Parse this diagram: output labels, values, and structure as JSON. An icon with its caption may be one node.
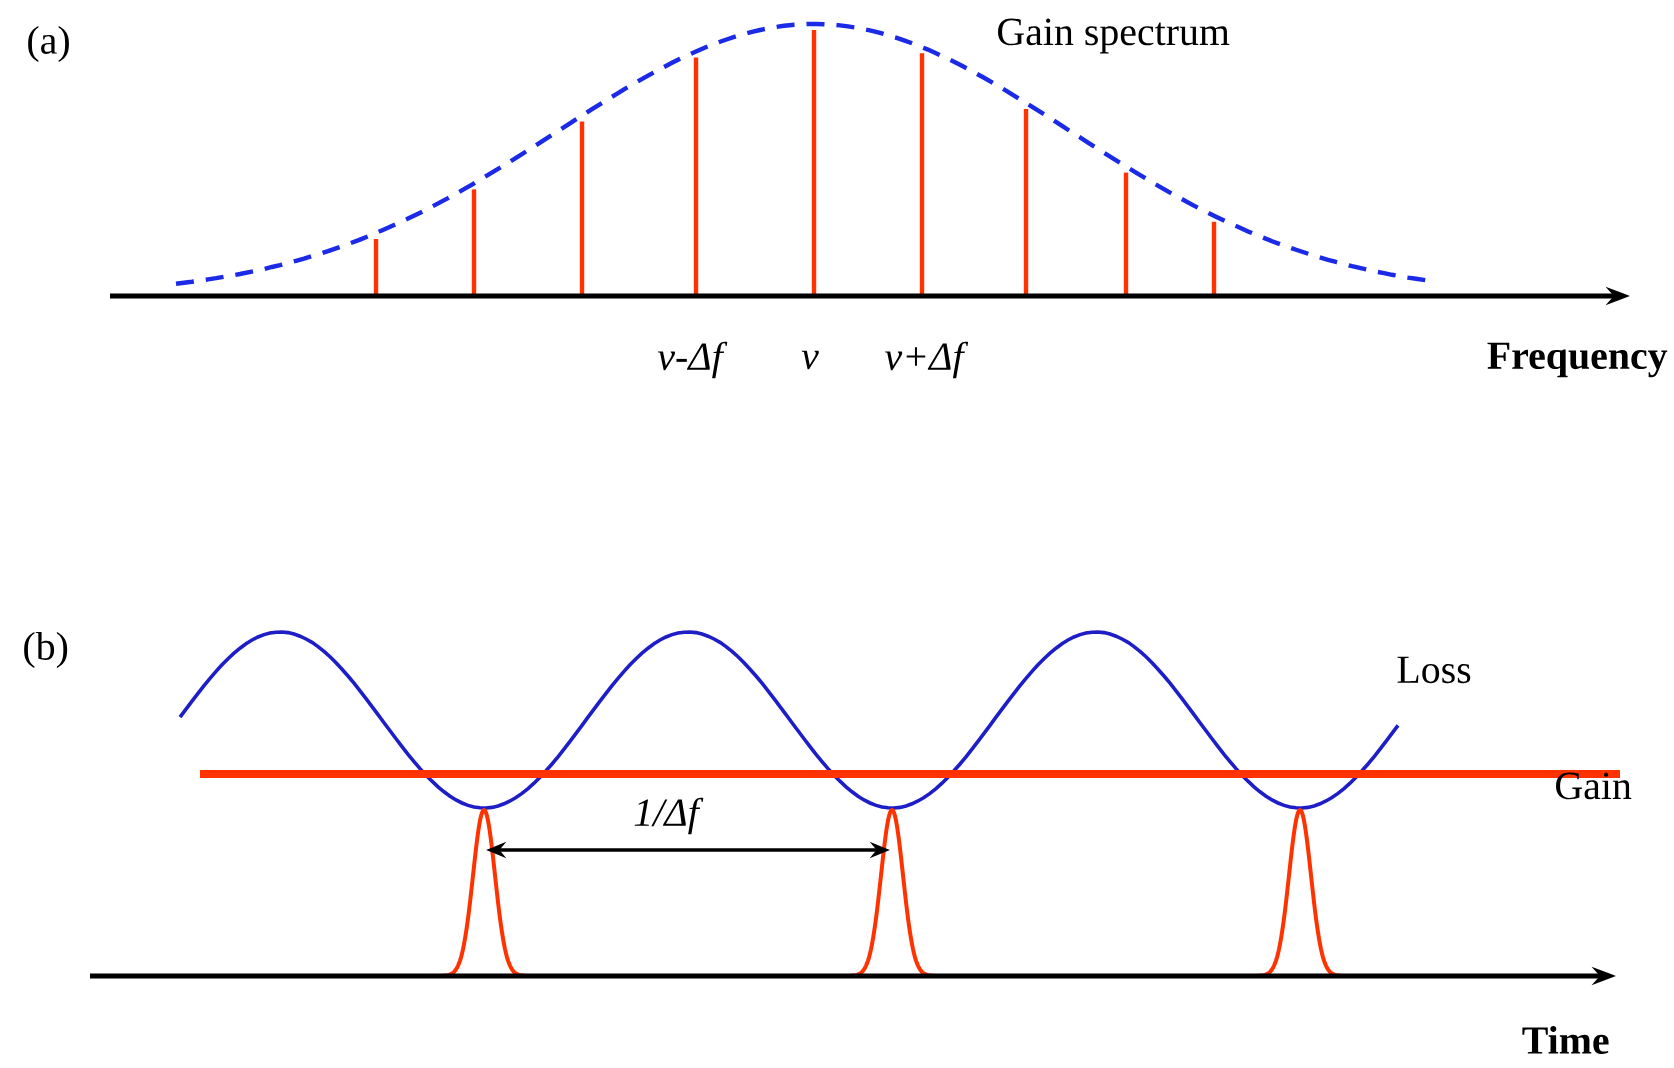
{
  "diagram": {
    "labels": [
      "(a)",
      "Gain spectrum",
      "ν-Δf",
      "ν",
      "ν+Δf",
      "Frequency",
      "(b)",
      "Loss",
      "Gain",
      "1/Δf",
      "Time"
    ]
  }
}
